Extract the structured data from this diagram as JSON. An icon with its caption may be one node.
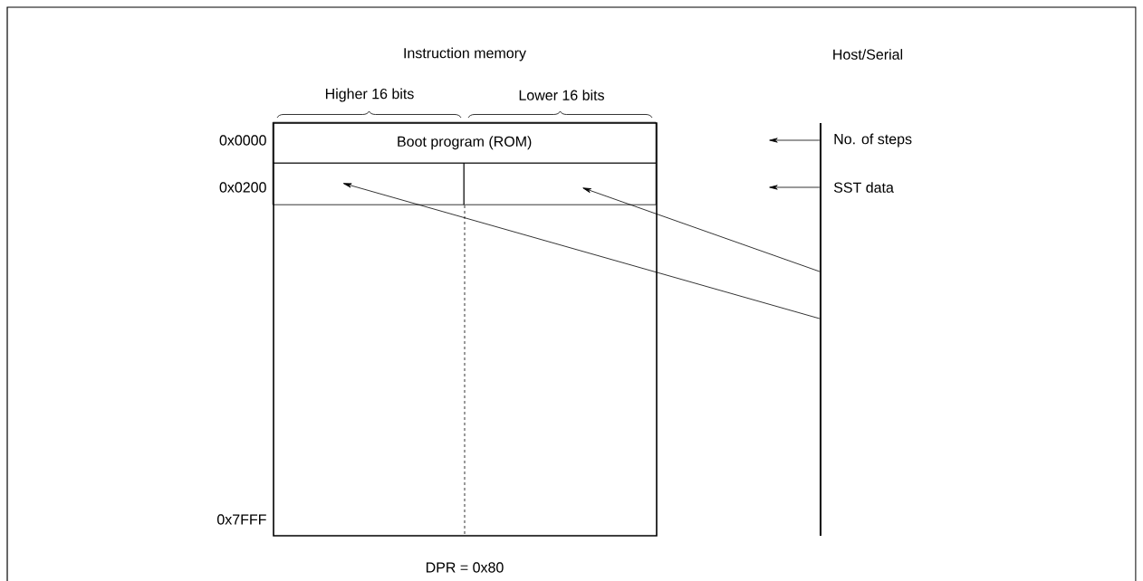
{
  "diagram": {
    "nodes": [
      {
        "text": [],
        "shape": "box"
      },
      {
        "text": [
          "Boot program (ROM)"
        ],
        "in": 0
      },
      {
        "text": [],
        "shape": "box",
        "in": 0
      },
      {
        "text": [],
        "shape": "box",
        "in": 0
      },
      {
        "text": [],
        "shape": "bar"
      }
    ],
    "edges": [
      {
        "from": 4,
        "to": null,
        "arrow": "to",
        "label": "No. of steps"
      },
      {
        "from": 4,
        "to": null,
        "arrow": "to",
        "label": "SST data"
      },
      {
        "from": 4,
        "to": 3,
        "arrow": "to"
      },
      {
        "from": 4,
        "to": 2,
        "arrow": "to"
      }
    ],
    "labels": [
      "Instruction memory",
      "Host/Serial",
      "Higher 16 bits",
      "Lower 16 bits",
      "0x0000",
      "0x0200",
      "0x7FFF",
      "DPR = 0x80"
    ]
  }
}
